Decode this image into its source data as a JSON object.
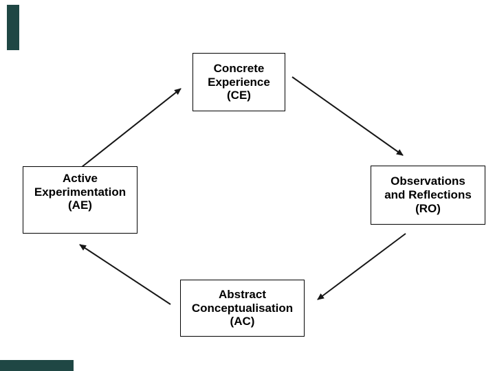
{
  "diagram": {
    "nodes": [
      {
        "id": "ce",
        "lines": [
          "Concrete",
          "Experience",
          "(CE)"
        ]
      },
      {
        "id": "ae",
        "lines": [
          "Active",
          "Experimentation",
          "(AE)"
        ]
      },
      {
        "id": "ro",
        "lines": [
          "Observations",
          "and Reflections",
          "(RO)"
        ]
      },
      {
        "id": "ac",
        "lines": [
          "Abstract",
          "Conceptualisation",
          "(AC)"
        ]
      }
    ],
    "arrows": [
      {
        "from": "AE",
        "to": "CE"
      },
      {
        "from": "CE",
        "to": "RO"
      },
      {
        "from": "RO",
        "to": "AC"
      },
      {
        "from": "AC",
        "to": "AE"
      }
    ]
  },
  "colors": {
    "background": "#ffffff",
    "box_border": "#000000",
    "text": "#000000",
    "arrow": "#161616",
    "template_bar": "#1f4744"
  }
}
